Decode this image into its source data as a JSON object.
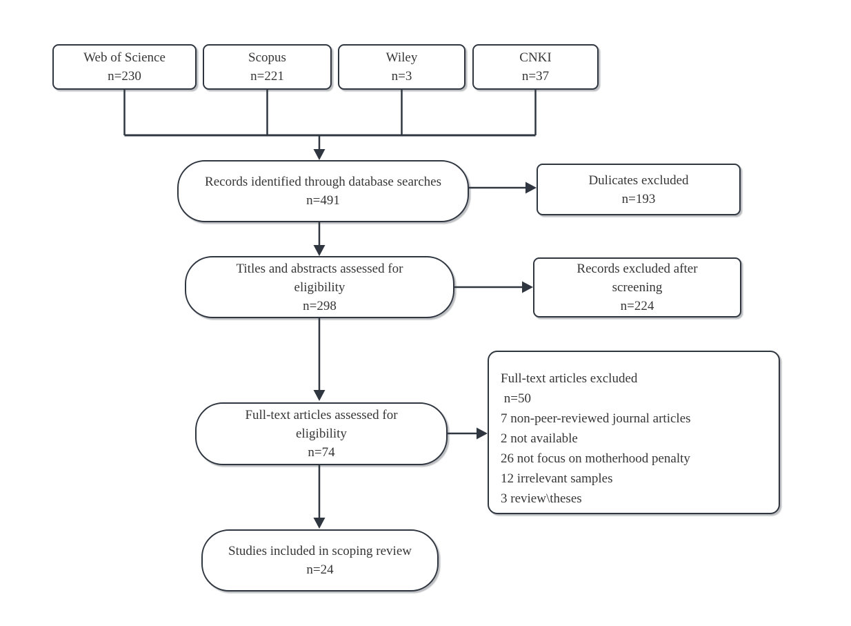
{
  "diagram": {
    "title_semantic": "Scoping review study selection flow diagram",
    "background_color": "#ffffff",
    "line_color": "#2f3640",
    "text_color": "#363636"
  },
  "sources": [
    {
      "name": "Web of Science",
      "count": "n=230"
    },
    {
      "name": "Scopus",
      "count": "n=221"
    },
    {
      "name": "Wiley",
      "count": "n=3"
    },
    {
      "name": "CNKI",
      "count": "n=37"
    }
  ],
  "stages": {
    "identified": {
      "line1": "Records identified through database searches",
      "line2": "n=491"
    },
    "duplicates_excluded": {
      "line1": "Dulicates excluded",
      "line2": "n=193"
    },
    "titles_abstracts": {
      "line1": "Titles and abstracts assessed for",
      "line2": "eligibility",
      "line3": "n=298"
    },
    "records_excluded": {
      "line1": "Records excluded after",
      "line2": "screening",
      "line3": "n=224"
    },
    "fulltext_assessed": {
      "line1": "Full-text articles  assessed for",
      "line2": "eligibility",
      "line3": "n=74"
    },
    "fulltext_excluded": {
      "lines": [
        "Full-text articles excluded",
        " n=50",
        "7 non-peer-reviewed journal articles",
        "2 not available",
        "26 not focus on motherhood penalty",
        "12 irrelevant samples",
        "3 review\\theses"
      ]
    },
    "included": {
      "line1": "Studies included in scoping review",
      "line2": "n=24"
    }
  }
}
